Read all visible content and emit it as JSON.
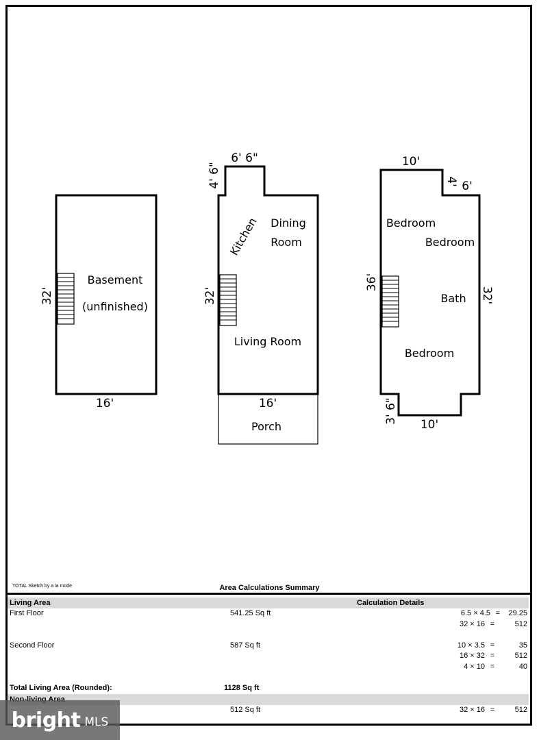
{
  "floors": {
    "basement": {
      "room_lines": [
        "Basement",
        "(unfinished)"
      ],
      "dim_left": "32'",
      "dim_bottom": "16'"
    },
    "first": {
      "rooms": [
        "Kitchen",
        "Dining",
        "Room",
        "Living Room"
      ],
      "dim_top": "6' 6\"",
      "dim_bump": "4' 6\"",
      "dim_left": "32'",
      "dim_bottom": "16'",
      "porch": "Porch"
    },
    "second": {
      "rooms": [
        "Bedroom",
        "Bedroom",
        "Bath",
        "Bedroom"
      ],
      "dim_top": "10'",
      "dim_notch_v": "4'",
      "dim_notch_h": "6'",
      "dim_left": "36'",
      "dim_right": "32'",
      "dim_bottom_step": "3' 6\"",
      "dim_bottom": "10'"
    }
  },
  "credit": "TOTAL Sketch by a la mode",
  "summary": {
    "title": "Area Calculations Summary",
    "living_header": "Living Area",
    "calc_header": "Calculation Details",
    "rows": [
      {
        "name": "First Floor",
        "area": "541.25 Sq ft",
        "calcs": [
          {
            "expr": "6.5 × 4.5",
            "eq": "=",
            "res": "29.25"
          },
          {
            "expr": "32 × 16",
            "eq": "=",
            "res": "512"
          }
        ]
      },
      {
        "name": "Second Floor",
        "area": "587 Sq ft",
        "calcs": [
          {
            "expr": "10 × 3.5",
            "eq": "=",
            "res": "35"
          },
          {
            "expr": "16 × 32",
            "eq": "=",
            "res": "512"
          },
          {
            "expr": "4 × 10",
            "eq": "=",
            "res": "40"
          }
        ]
      }
    ],
    "total_label": "Total Living Area (Rounded):",
    "total_value": "1128 Sq ft",
    "nonliving_header": "Non-living Area",
    "nonliving_row": {
      "area": "512 Sq ft",
      "calc": {
        "expr": "32 × 16",
        "eq": "=",
        "res": "512"
      }
    }
  },
  "watermark": {
    "word": "bright",
    "suffix": "MLS"
  }
}
